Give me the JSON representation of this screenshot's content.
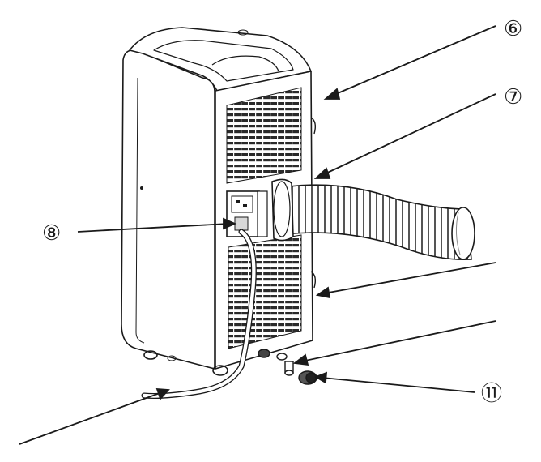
{
  "callouts": [
    {
      "id": "6",
      "label": "⑥"
    },
    {
      "id": "7",
      "label": "⑦"
    },
    {
      "id": "8",
      "label": "⑧"
    },
    {
      "id": "11",
      "label": "⑪"
    }
  ],
  "colors": {
    "stroke": "#1a1a1a",
    "grille": "#2b2b2b",
    "background": "#ffffff"
  }
}
